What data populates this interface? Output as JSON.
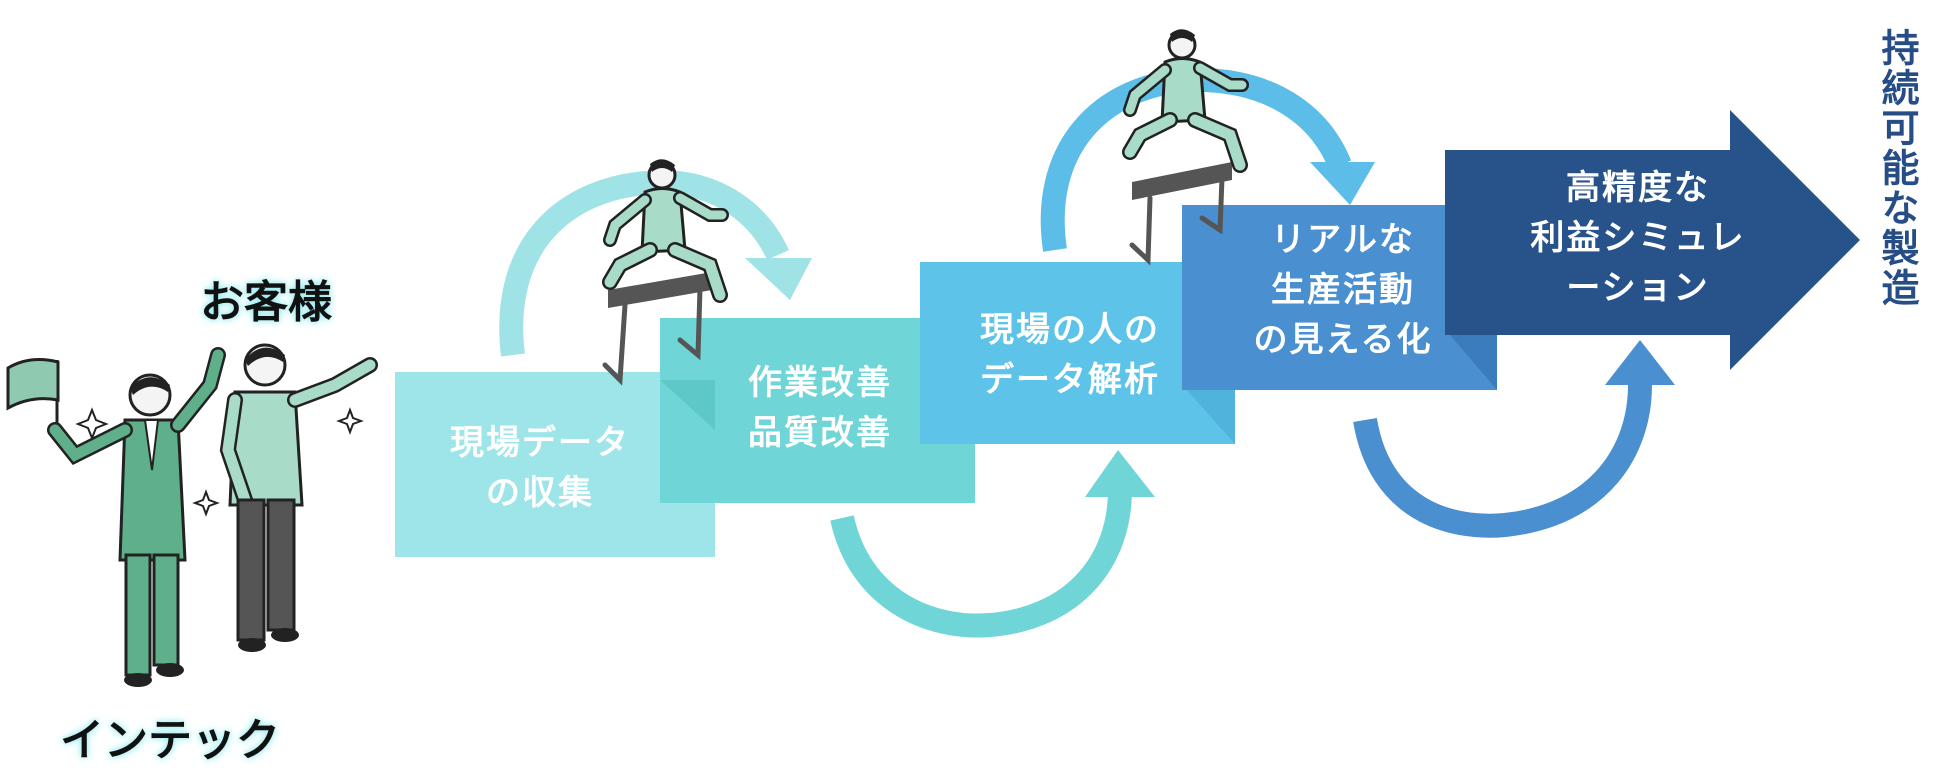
{
  "labels": {
    "customer": "お客様",
    "company": "インテック",
    "goal": "持続可能な製造"
  },
  "steps": [
    {
      "lines": [
        "現場データ",
        "の収集"
      ],
      "color": "#9de5e8"
    },
    {
      "lines": [
        "作業改善",
        "品質改善"
      ],
      "color": "#6fd5d6"
    },
    {
      "lines": [
        "現場の人の",
        "データ解析"
      ],
      "color": "#5ec3e8"
    },
    {
      "lines": [
        "リアルな",
        "生産活動",
        "の見える化"
      ],
      "color": "#4a8fd0"
    },
    {
      "lines": [
        "高精度な",
        "利益シミュレ",
        "ーション"
      ],
      "color": "#28528a"
    }
  ],
  "colors": {
    "suit": "#5fb08a",
    "uniform": "#a9dcc8",
    "arrow_teal": "#7dd7d7",
    "arrow_blue": "#5bbde8",
    "arrow_deep": "#4a8fd0",
    "goal_text": "#274d86"
  },
  "icons": [
    "flag-icon",
    "sparkle-icon",
    "hurdle-icon",
    "jumping-worker-icon",
    "pointing-worker-icon"
  ]
}
